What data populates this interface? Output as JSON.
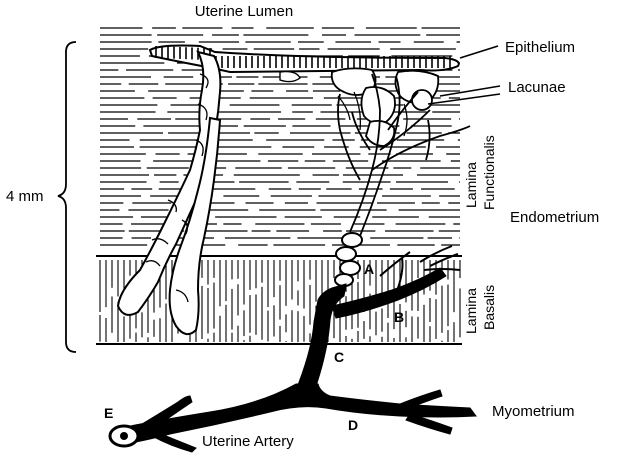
{
  "labels": {
    "uterine_lumen": "Uterine Lumen",
    "epithelium": "Epithelium",
    "lacunae": "Lacunae",
    "lamina_functionalis_1": "Lamina",
    "lamina_functionalis_2": "Functionalis",
    "endometrium": "Endometrium",
    "lamina_basalis_1": "Lamina",
    "lamina_basalis_2": "Basalis",
    "thickness": "4 mm",
    "myometrium": "Myometrium",
    "uterine_artery": "Uterine Artery"
  },
  "letters": {
    "a": "A",
    "b": "B",
    "c": "C",
    "d": "D",
    "e": "E"
  }
}
